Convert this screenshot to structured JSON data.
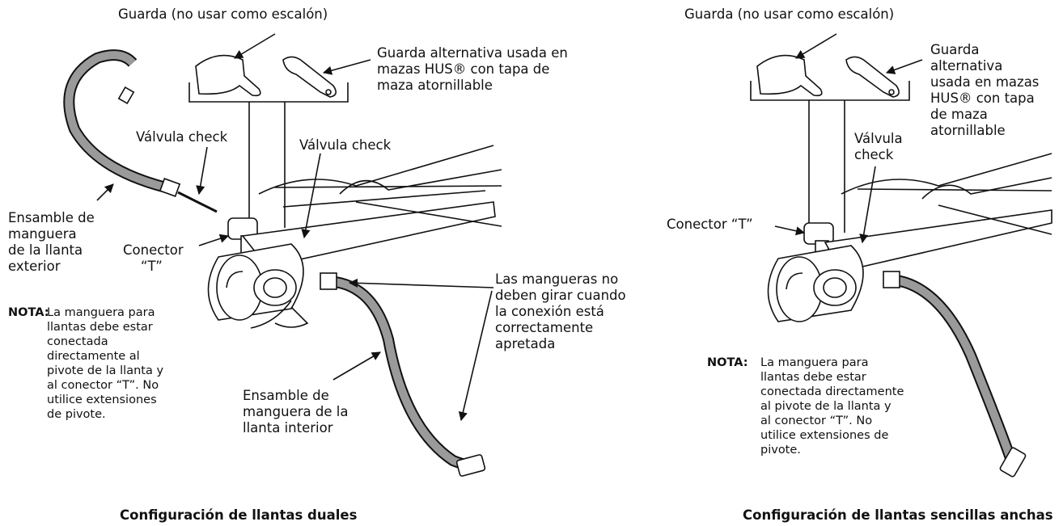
{
  "left": {
    "guard_label": "Guarda (no usar como escalón)",
    "alt_guard_lines": [
      "Guarda alternativa usada en",
      "mazas HUS® con tapa de",
      "maza atornillable"
    ],
    "check_valve_1": "Válvula check",
    "check_valve_2": "Válvula check",
    "outer_hose_lines": [
      "Ensamble de",
      "manguera",
      "de la llanta",
      "exterior"
    ],
    "t_connector_lines": [
      "Conector",
      "“T”"
    ],
    "hoses_no_twist_lines": [
      "Las mangueras no",
      "deben girar cuando",
      "la conexión está",
      "correctamente",
      "apretada"
    ],
    "inner_hose_lines": [
      "Ensamble de",
      "manguera de la",
      "llanta interior"
    ],
    "note_head": "NOTA:",
    "note_lines": [
      "La manguera para",
      "llantas debe estar",
      "conectada",
      "directamente al",
      "pivote de la llanta y",
      "al conector “T”. No",
      "utilice extensiones",
      "de pivote."
    ],
    "caption": "Configuración de llantas duales"
  },
  "right": {
    "guard_label": "Guarda (no usar como escalón)",
    "alt_guard_lines": [
      "Guarda",
      "alternativa",
      "usada en mazas",
      "HUS® con tapa",
      "de maza",
      "atornillable"
    ],
    "check_valve_lines": [
      "Válvula",
      "check"
    ],
    "t_connector": "Conector “T”",
    "note_head": "NOTA:",
    "note_lines": [
      "La manguera para",
      "llantas debe estar",
      "conectada directamente",
      "al pivote de la llanta y",
      "al conector “T”. No",
      "utilice extensiones de",
      "pivote."
    ],
    "caption": "Configuración de llantas sencillas anchas"
  }
}
